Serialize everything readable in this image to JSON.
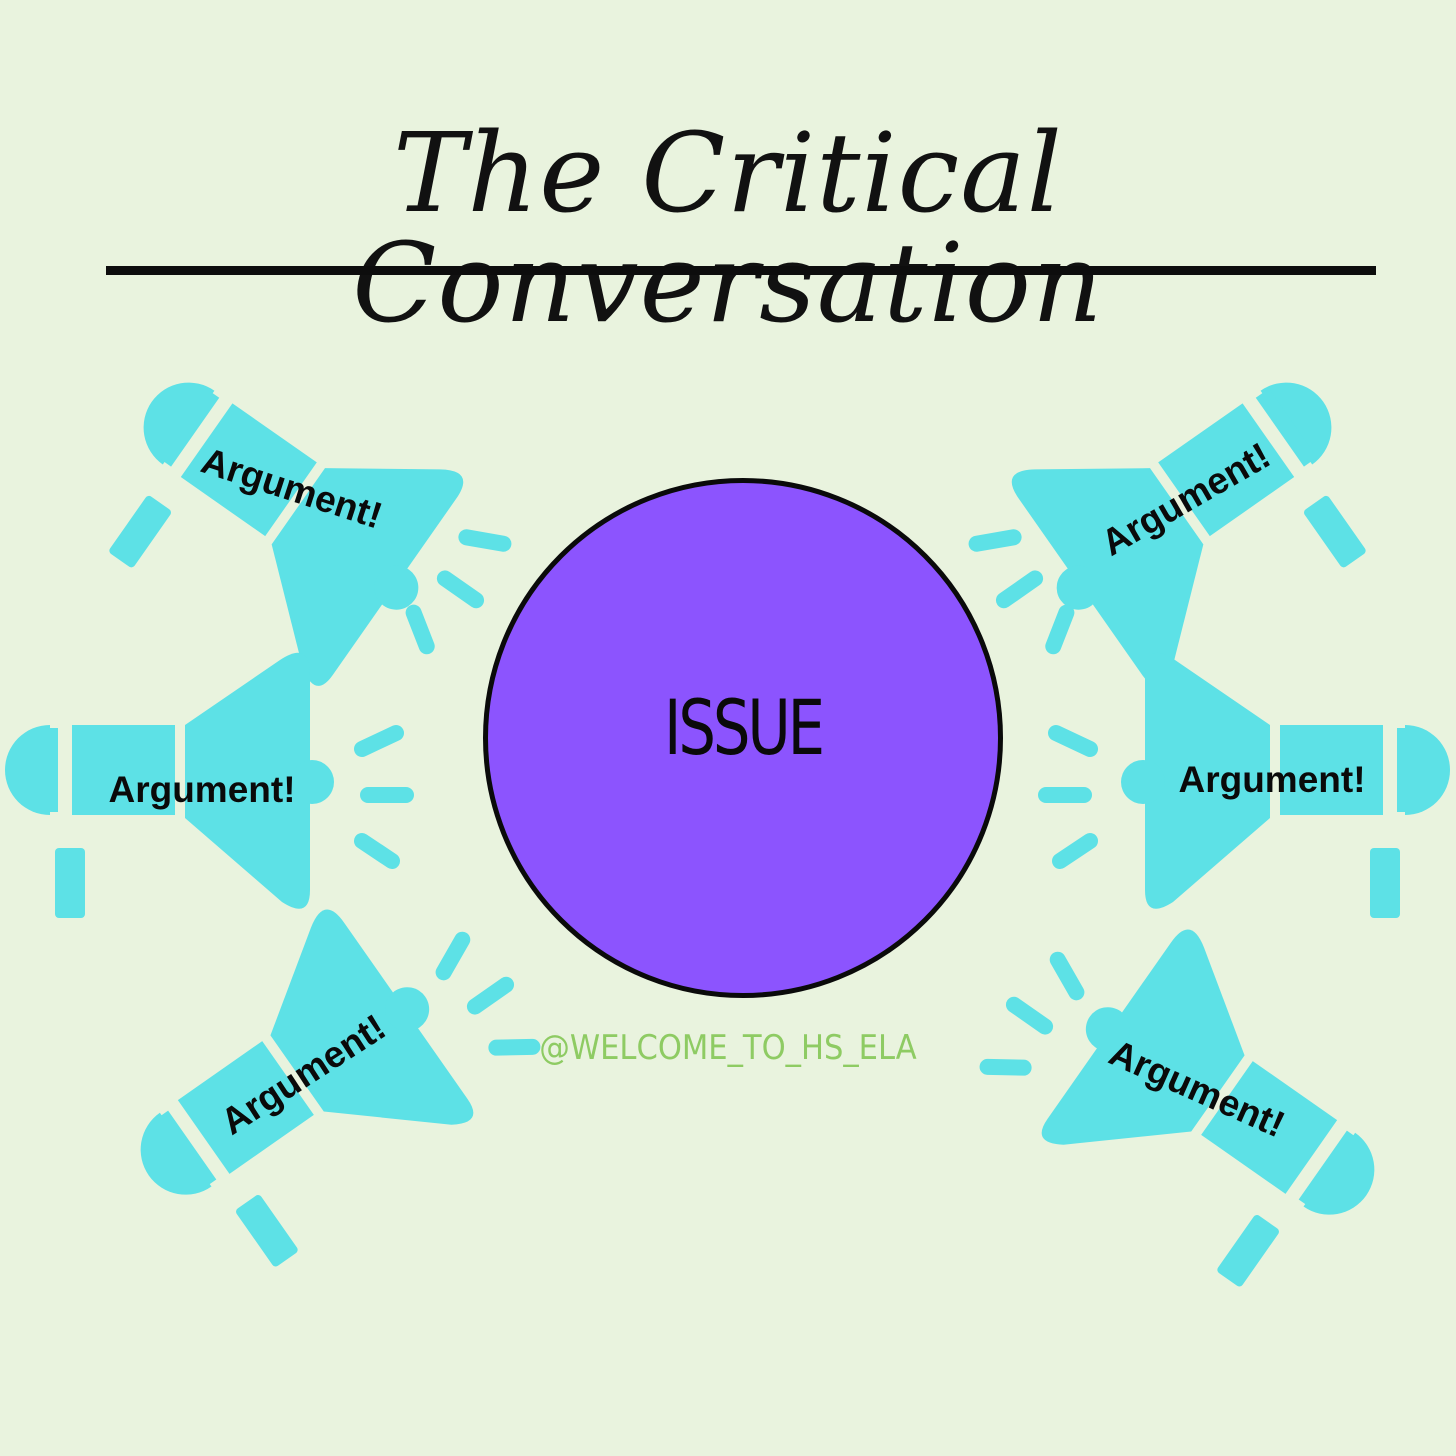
{
  "title": "The Critical Conversation",
  "center": {
    "label": "ISSUE"
  },
  "arguments": [
    "Argument!",
    "Argument!",
    "Argument!",
    "Argument!",
    "Argument!",
    "Argument!"
  ],
  "footer": {
    "handle": "@WELCOME_TO_HS_ELA"
  },
  "colors": {
    "background": "#e9f3de",
    "megaphone": "#5de1e6",
    "issue": "#8c54fe",
    "handle": "#8ecb63",
    "ink": "#0a0a0a"
  },
  "icons": {
    "megaphone": "megaphone-icon",
    "sound-lines": "sound-lines-icon"
  }
}
